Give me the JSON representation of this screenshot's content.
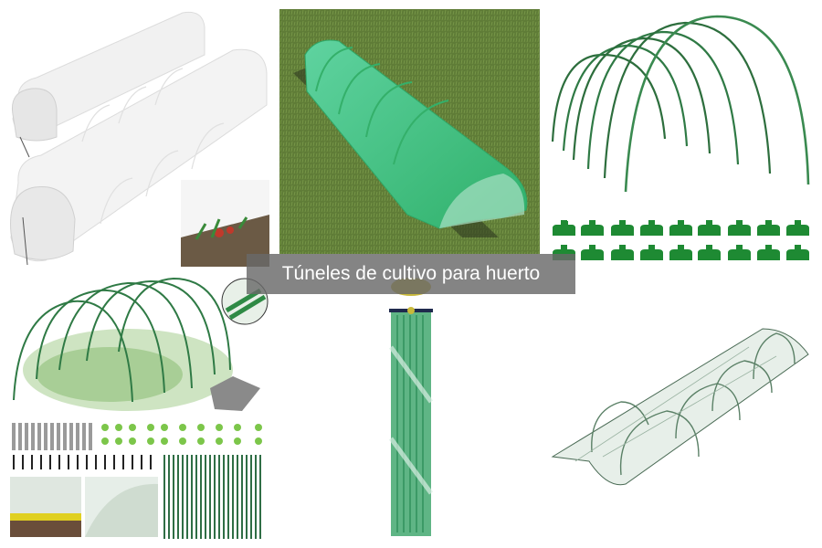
{
  "caption": {
    "text": "Túneles de cultivo para huerto",
    "background": "#696969",
    "color": "#ffffff"
  },
  "images": [
    {
      "id": "white-fleece-tunnels",
      "description": "Two white fleece garden tunnels with inset photo of plants"
    },
    {
      "id": "green-tunnel-on-grass",
      "description": "Green mesh grow tunnel on grass lawn"
    },
    {
      "id": "green-hoops-and-clips",
      "description": "Set of green fiberglass hoops with green clips"
    },
    {
      "id": "hoop-kit-with-gloves",
      "description": "Hoop kit with clips, stakes, gloves and example photos"
    },
    {
      "id": "packaged-hoops",
      "description": "Packaged green tunnel hoops in plastic bag"
    },
    {
      "id": "net-tunnel",
      "description": "Transparent net garden tunnel"
    }
  ],
  "colors": {
    "hoop_green": "#2f7a45",
    "clip_green": "#1e8a33",
    "grass": "#5d7a35",
    "tunnel_green": "#3cc47a"
  }
}
